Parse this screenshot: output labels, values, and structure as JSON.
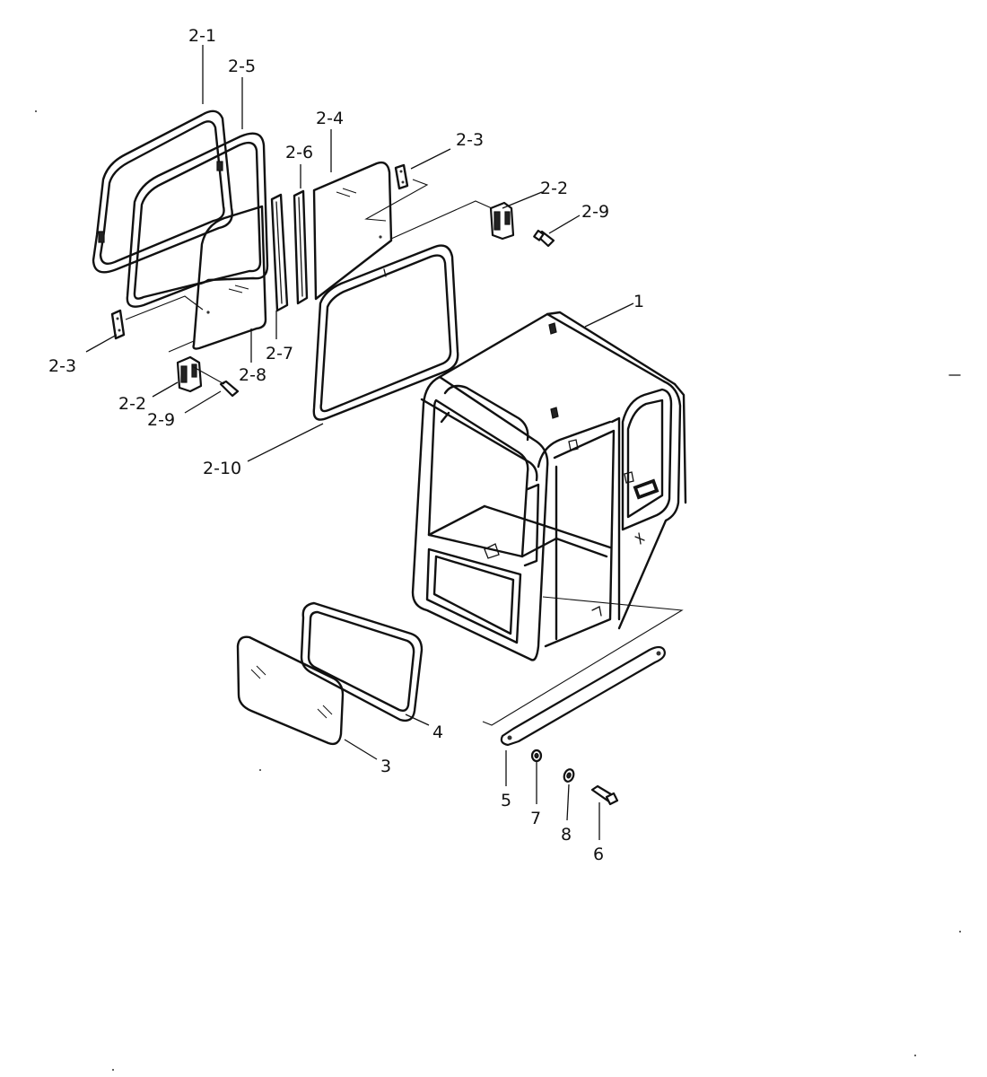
{
  "diagram": {
    "labels": [
      {
        "id": "l-2-1",
        "text": "2-1"
      },
      {
        "id": "l-2-5",
        "text": "2-5"
      },
      {
        "id": "l-2-4",
        "text": "2-4"
      },
      {
        "id": "l-2-6",
        "text": "2-6"
      },
      {
        "id": "l-2-3a",
        "text": "2-3"
      },
      {
        "id": "l-2-2a",
        "text": "2-2"
      },
      {
        "id": "l-2-9a",
        "text": "2-9"
      },
      {
        "id": "l-1",
        "text": "1"
      },
      {
        "id": "l-2-3b",
        "text": "2-3"
      },
      {
        "id": "l-2-7",
        "text": "2-7"
      },
      {
        "id": "l-2-8",
        "text": "2-8"
      },
      {
        "id": "l-2-2b",
        "text": "2-2"
      },
      {
        "id": "l-2-9b",
        "text": "2-9"
      },
      {
        "id": "l-2-10",
        "text": "2-10"
      },
      {
        "id": "l-4",
        "text": "4"
      },
      {
        "id": "l-3",
        "text": "3"
      },
      {
        "id": "l-5",
        "text": "5"
      },
      {
        "id": "l-7",
        "text": "7"
      },
      {
        "id": "l-8",
        "text": "8"
      },
      {
        "id": "l-6",
        "text": "6"
      }
    ]
  }
}
